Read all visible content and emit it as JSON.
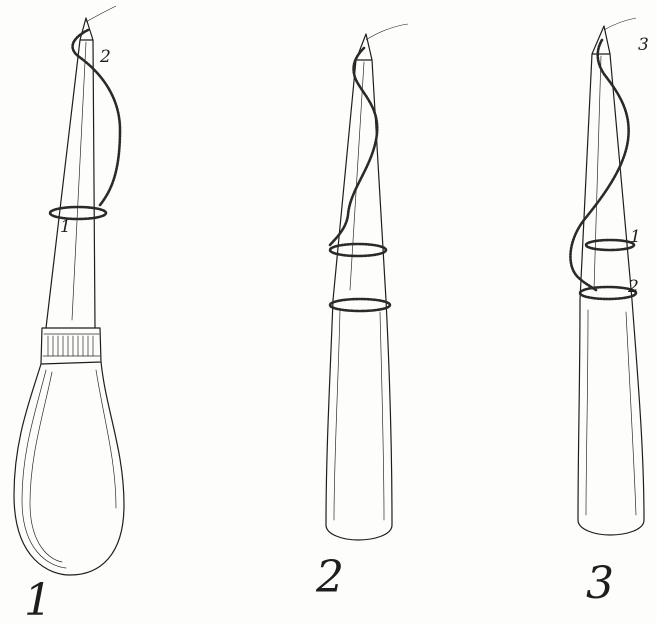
{
  "figures": [
    {
      "number": "1",
      "thread_labels": [
        "2",
        "1"
      ]
    },
    {
      "number": "2",
      "thread_labels": []
    },
    {
      "number": "3",
      "thread_labels": [
        "3",
        "1",
        "2"
      ]
    }
  ],
  "colors": {
    "paper": "#fdfdfb",
    "ink": "#1e1e1e"
  }
}
